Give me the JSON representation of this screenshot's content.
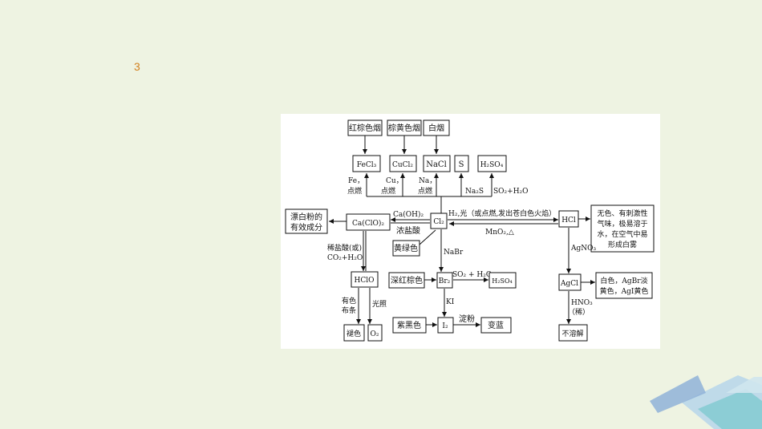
{
  "page": {
    "number": "3"
  },
  "diagram": {
    "products": {
      "red_brown_smoke": "红棕色烟",
      "yellow_brown_smoke": "棕黄色烟",
      "white_smoke": "白烟",
      "fecl3": "FeCl₃",
      "cucl2": "CuCl₂",
      "nacl": "NaCl",
      "s": "S",
      "h2so4_top": "H₂SO₄"
    },
    "cl2_conditions": {
      "fe": [
        "Fe，",
        "点燃"
      ],
      "cu": [
        "Cu，",
        "点燃"
      ],
      "na": [
        "Na，",
        "点燃"
      ],
      "na2s": "Na₂S",
      "so2_h2o": "SO₂+H₂O"
    },
    "center": {
      "cl2": "Cl₂",
      "ca_oh_2": "Ca(OH)₂",
      "conc_hcl": "浓盐酸",
      "h2_light": "H₂,光（或点燃,发出苍白色火焰）",
      "mno2": "MnO₂,△",
      "yellow_green": "黄绿色",
      "nabr": "NaBr"
    },
    "left": {
      "bleach_desc": [
        "漂白粉的",
        "有效成分"
      ],
      "ca_clo_2": "Ca(ClO)₂",
      "dilute_acid": [
        "稀盐酸(或)",
        "CO₂+H₂O"
      ],
      "hclo": "HClO",
      "colored_cloth": [
        "有色",
        "布条"
      ],
      "light": "光照",
      "fade": "褪色",
      "o2": "O₂"
    },
    "right": {
      "hcl": "HCl",
      "hcl_desc": [
        "无色、有刺激性",
        "气味，极易溶于",
        "水，在空气中易",
        "形成白雾"
      ],
      "agno3": "AgNO₃",
      "agcl": "AgCl",
      "agcl_desc": [
        "白色，AgBr淡",
        "黄色，AgI黄色"
      ],
      "hno3": [
        "HNO₃",
        "（稀）"
      ],
      "insoluble": "不溶解"
    },
    "bromine": {
      "deep_red_brown": "深红棕色",
      "br2": "Br₂",
      "so2_h2o": "SO₂ + H₂O",
      "h2so4": "H₂SO₄",
      "ki": "KI"
    },
    "iodine": {
      "purple_black": "紫黑色",
      "i2": "I₂",
      "starch": "淀粉",
      "turns_blue": "变蓝"
    }
  }
}
